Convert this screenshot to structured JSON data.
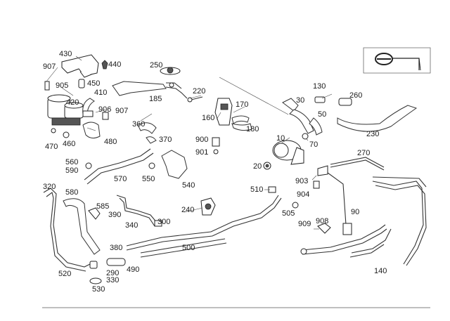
{
  "labels": {
    "p430": "430",
    "p440": "440",
    "p907a": "907",
    "p905": "905",
    "p450": "450",
    "p410": "410",
    "p420": "420",
    "p906": "906",
    "p907b": "907",
    "p470": "470",
    "p460": "460",
    "p480": "480",
    "p250": "250",
    "p185": "185",
    "p220": "220",
    "p170": "170",
    "p160": "160",
    "p180": "180",
    "p900": "900",
    "p901": "901",
    "p130": "130",
    "p260": "260",
    "p30": "30",
    "p50": "50",
    "p230": "230",
    "p10": "10",
    "p70": "70",
    "p20": "20",
    "p270": "270",
    "p360": "360",
    "p370": "370",
    "p560": "560",
    "p590": "590",
    "p570": "570",
    "p550": "550",
    "p540": "540",
    "p320": "320",
    "p580": "580",
    "p585": "585",
    "p390": "390",
    "p340": "340",
    "p300": "300",
    "p240": "240",
    "p510": "510",
    "p505": "505",
    "p903": "903",
    "p904": "904",
    "p90": "90",
    "p909": "909",
    "p908": "908",
    "p500": "500",
    "p380": "380",
    "p490": "490",
    "p290": "290",
    "p330": "330",
    "p520": "520",
    "p530": "530",
    "p140": "140"
  }
}
